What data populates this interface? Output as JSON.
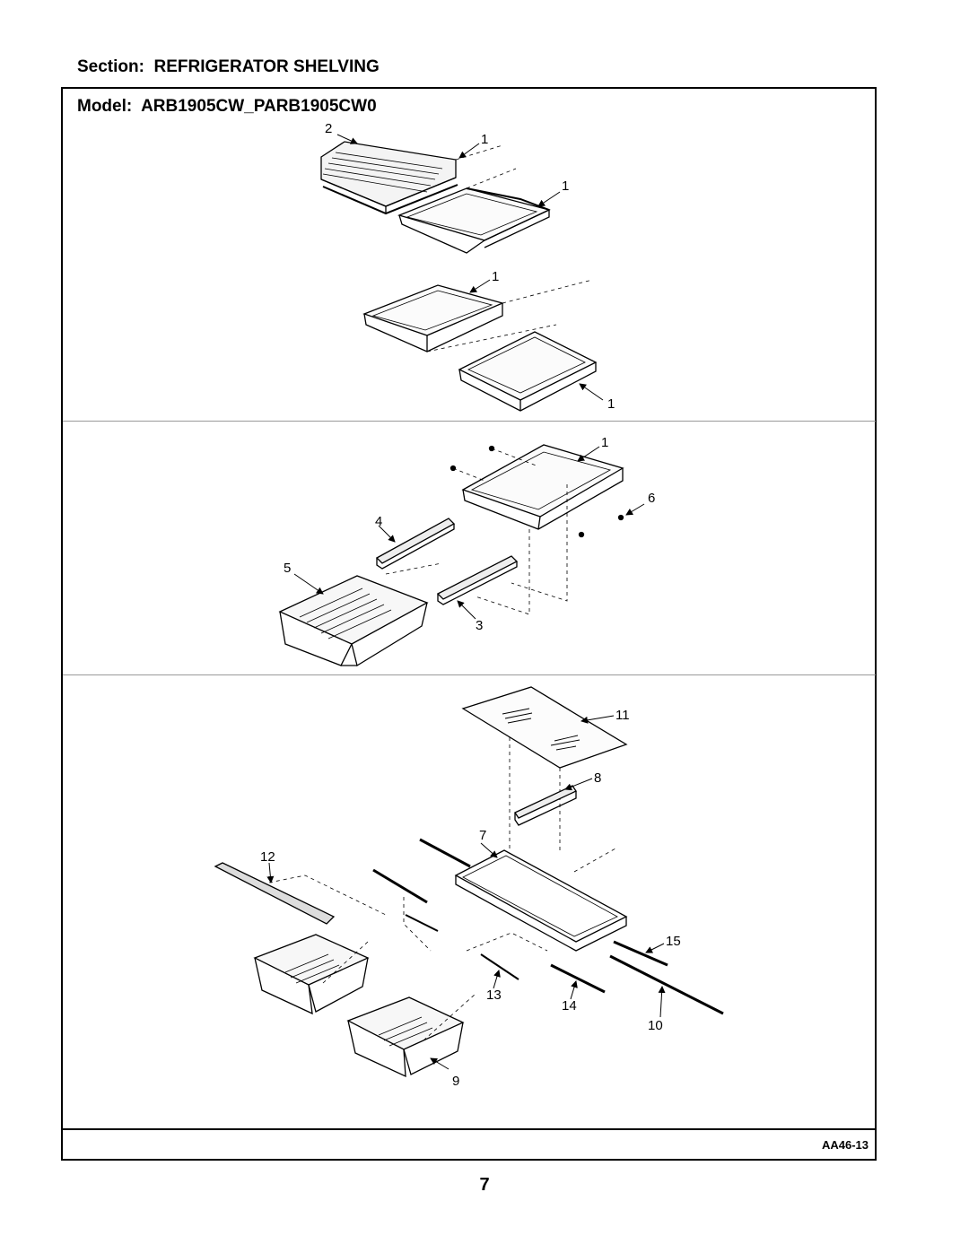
{
  "header": {
    "section_label": "Section:",
    "section_name": "REFRIGERATOR SHELVING",
    "model_label": "Model:",
    "model_number": "ARB1905CW_PARB1905CW0"
  },
  "diagram": {
    "panel_top_callouts": [
      "2",
      "1",
      "1",
      "1",
      "1"
    ],
    "panel_middle_callouts": [
      "1",
      "6",
      "4",
      "5",
      "3"
    ],
    "panel_bottom_callouts": [
      "11",
      "8",
      "7",
      "12",
      "15",
      "13",
      "14",
      "10",
      "9"
    ]
  },
  "footer": {
    "drawing_code": "AA46-13",
    "page_number": "7"
  }
}
